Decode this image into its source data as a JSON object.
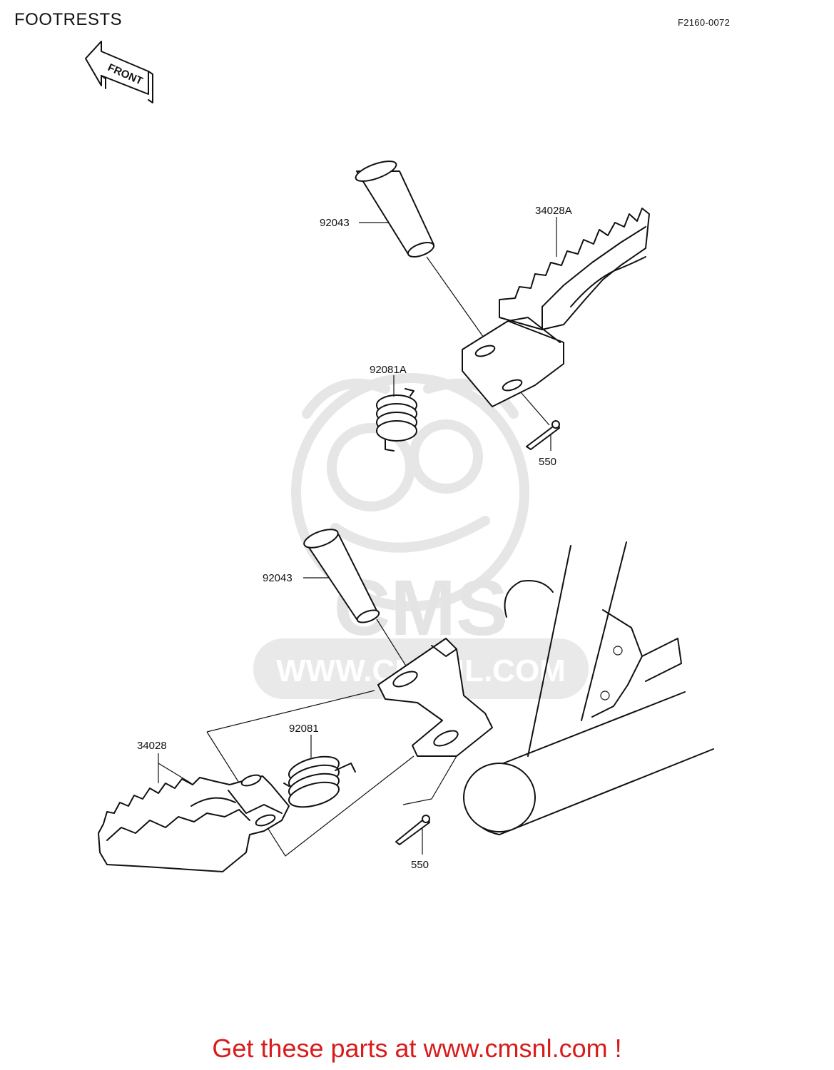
{
  "header": {
    "title": "FOOTRESTS",
    "diagram_code": "F2160-0072"
  },
  "front_arrow": {
    "label": "FRONT"
  },
  "watermark": {
    "brand": "CMS",
    "url": "WWW.CMSNL.COM"
  },
  "callouts": [
    {
      "part_no": "92043"
    },
    {
      "part_no": "34028A"
    },
    {
      "part_no": "92081A"
    },
    {
      "part_no": "550"
    },
    {
      "part_no": "92043"
    },
    {
      "part_no": "34028"
    },
    {
      "part_no": "92081"
    },
    {
      "part_no": "550"
    }
  ],
  "footer": {
    "text": "Get these parts at www.cmsnl.com !",
    "color": "#d81b1b"
  }
}
